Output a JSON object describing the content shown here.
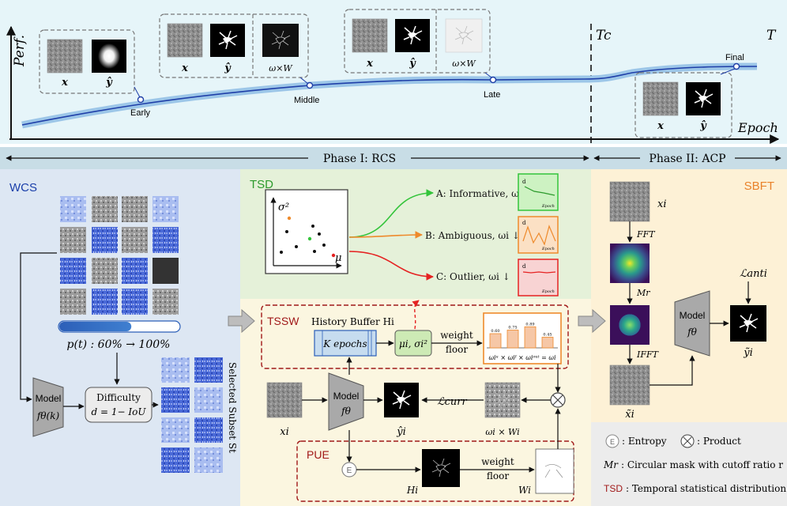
{
  "colors": {
    "top_bg": "#e6f5f9",
    "phase_bar": "#c8dde6",
    "wcs_bg": "#dde7f3",
    "tsd_bg": "#e5f1d9",
    "tssw_bg": "#fbf6e0",
    "sbft_bg": "#fdf1d6",
    "legend_bg": "#ececec",
    "curve": "#1f3fa8",
    "green": "#33c43a",
    "orange": "#ee8a2c",
    "red": "#e52222",
    "dark_red": "#a01818"
  },
  "top": {
    "y_axis": "Perf.",
    "x_axis": "Epoch",
    "tc": "Tc",
    "t": "T",
    "early": "Early",
    "middle": "Middle",
    "late": "Late",
    "final": "Final",
    "x": "x",
    "yhat": "ŷ",
    "wxW": "ω×W"
  },
  "phases": {
    "phase1": "Phase I: RCS",
    "phase2": "Phase II: ACP"
  },
  "wcs": {
    "title": "WCS",
    "progress_label": "p(t) : 60% → 100%",
    "progress_fraction": 0.6,
    "model": "Model",
    "model_sym": "fθ(k)",
    "difficulty": "Difficulty",
    "difficulty_formula": "d = 1− IoU",
    "selected": "Selected Subset St"
  },
  "tsd": {
    "title": "TSD",
    "sigma": "σ²",
    "mu": "μ",
    "a_label": "A: Informative, ωi ↑",
    "b_label": "B: Ambiguous, ωi ↓",
    "c_label": "C: Outlier, ωi ↓",
    "d": "d",
    "epoch": "Epoch"
  },
  "tssw": {
    "title": "TSSW",
    "history": "History Buffer Hi",
    "k_epochs": "K epochs",
    "mu_sigma": "μi, σi²",
    "weight": "weight",
    "floor": "floor",
    "bar_values": [
      0.6,
      0.75,
      0.89,
      0.45
    ],
    "bar_labels": [
      "0.60",
      "0.75",
      "0.89",
      "0.45"
    ],
    "formula": "ωiᵘ × ωiᶠ × ωiᵒᵘᵗ = ωi"
  },
  "center": {
    "model": "Model",
    "model_sym": "fθ",
    "xi": "xi",
    "yi": "ŷi",
    "loss": "ℒcurr",
    "wW": "ωi × Wi"
  },
  "pue": {
    "title": "PUE",
    "e": "E",
    "hi": "Hi",
    "weight": "weight",
    "floor": "floor",
    "wi": "Wi"
  },
  "sbft": {
    "title": "SBFT",
    "xi": "xi",
    "fft": "FFT",
    "mr": "Mr",
    "ifft": "IFFT",
    "xtilde": "x̃i",
    "model": "Model",
    "model_sym": "fθ",
    "loss": "ℒanti",
    "ytilde": "ỹi"
  },
  "legend": {
    "entropy": ": Entropy",
    "product": ": Product",
    "mr": "Mr",
    "mask": ": Circular mask with cutoff ratio r",
    "tsd": "TSD",
    "tsd_desc": ": Temporal statistical distribution"
  }
}
